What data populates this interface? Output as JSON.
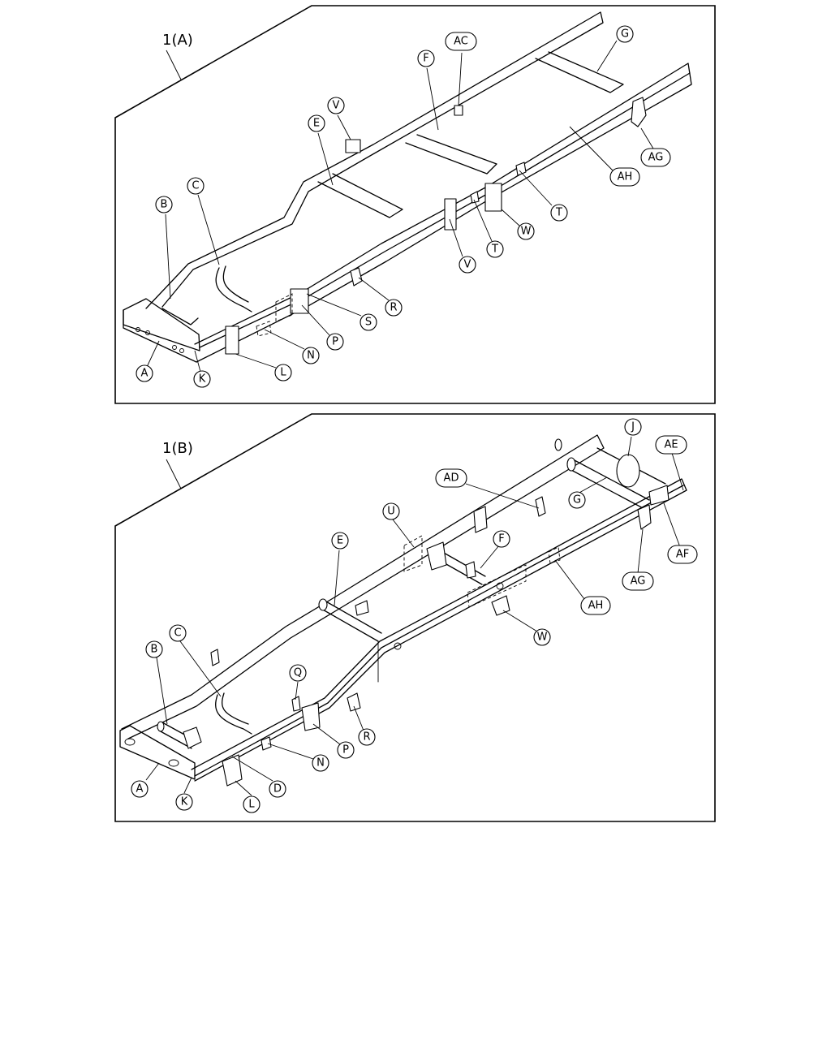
{
  "sections": [
    {
      "title": "1(A)",
      "callouts": [
        "AC",
        "G",
        "F",
        "V",
        "E",
        "AG",
        "AH",
        "C",
        "B",
        "T",
        "W",
        "T",
        "V",
        "R",
        "S",
        "P",
        "N",
        "L",
        "A",
        "K"
      ]
    },
    {
      "title": "1(B)",
      "callouts": [
        "J",
        "AE",
        "AD",
        "G",
        "U",
        "F",
        "AF",
        "AG",
        "E",
        "AH",
        "W",
        "B",
        "C",
        "Q",
        "R",
        "P",
        "N",
        "D",
        "A",
        "K",
        "L"
      ]
    }
  ]
}
